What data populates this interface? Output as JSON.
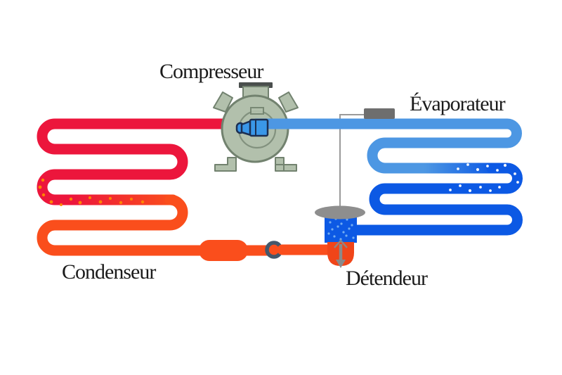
{
  "diagram": {
    "type": "refrigeration-cycle-schematic",
    "labels": {
      "compressor": "Compresseur",
      "evaporator": "Évaporateur",
      "condenser": "Condenseur",
      "expansion_valve": "Détendeur"
    },
    "components": {
      "compressor": "compressor-unit",
      "condenser": "condenser-coil",
      "evaporator": "evaporator-coil",
      "expansion_valve": "thermostatic-expansion-valve",
      "filter_drier": "filter-drier",
      "sight_glass": "sight-glass",
      "sensor_bulb": "sensor-bulb",
      "capillary": "capillary-tube"
    },
    "colors": {
      "background": "#FFFFFF",
      "label_text": "#1B1B1B",
      "hot_gas": "#EC163C",
      "warm_liquid": "#FA4E1C",
      "cool_vapor": "#4D97E3",
      "cold_liquid": "#0C59E4",
      "compressor_body": "#B2C0AC",
      "compressor_outline": "#72826F",
      "compressor_cap_bar": "#4A4F4D",
      "nozzle_fill": "#3A97E8",
      "nozzle_outline": "#1C2F52",
      "valve_bell": "#F04519",
      "diaphragm_gray": "#8E8E8E",
      "bulb_gray": "#6E6E6E",
      "capillary_gray": "#9A9A9A",
      "sight_glass_ring": "#44576B",
      "bubble_orange": "#FF8A00",
      "bubble_white": "#FFFFFF",
      "valve_spray_blue": "#86BCF4",
      "arrow_gray": "#8A8A8A"
    }
  }
}
